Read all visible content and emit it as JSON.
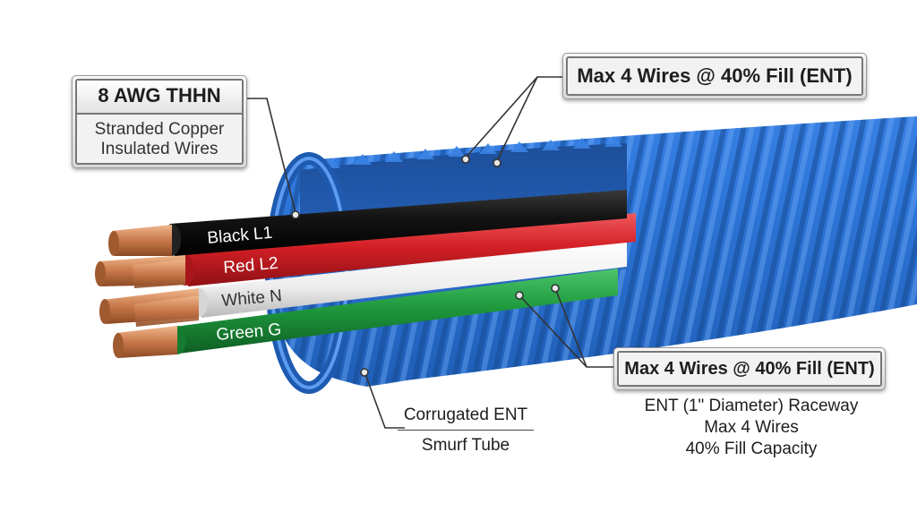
{
  "callouts": {
    "wire_spec": {
      "title": "8 AWG THHN",
      "line1": "Stranded Copper",
      "line2": "Insulated Wires"
    },
    "fill_top": {
      "title": "Max 4 Wires @ 40% Fill (ENT)"
    },
    "fill_bottom": {
      "title": "Max 4 Wires @ 40% Fill (ENT)",
      "desc1": "ENT (1\" Diameter) Raceway",
      "desc2": "Max 4 Wires",
      "desc3": "40% Fill Capacity"
    },
    "tube": {
      "line1": "Corrugated ENT",
      "line2": "Smurf Tube"
    }
  },
  "wires": [
    {
      "label": "Black L1",
      "color": "#141414"
    },
    {
      "label": "Red L2",
      "color": "#d42026"
    },
    {
      "label": "White N",
      "color": "#f2f2f2"
    },
    {
      "label": "Green G",
      "color": "#1f9a3e"
    }
  ],
  "colors": {
    "conduit": "#2a6fd0",
    "copper": "#c8784a",
    "leader": "#333333"
  }
}
